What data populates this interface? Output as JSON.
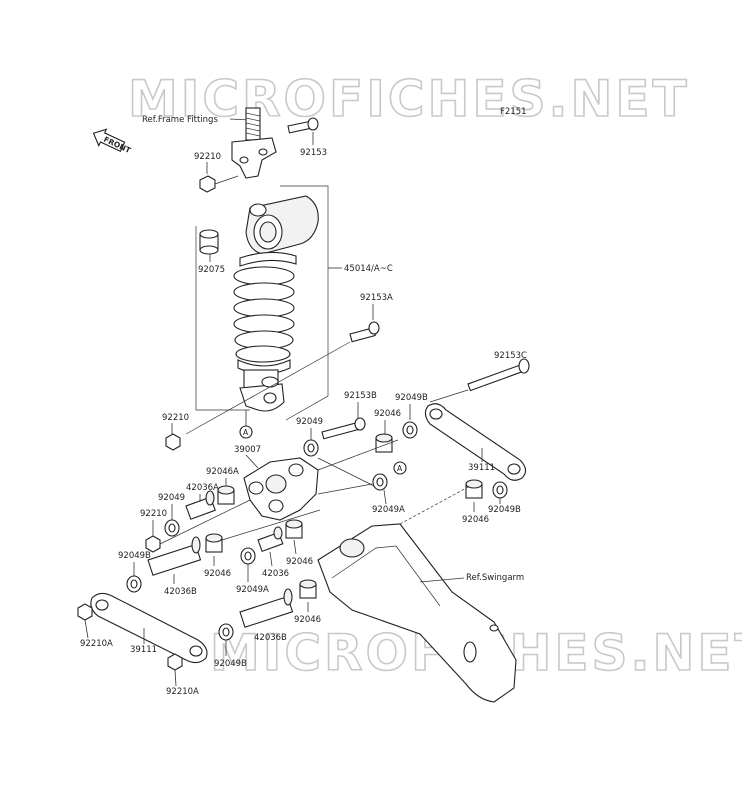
{
  "watermarks": [
    "MICROFICHES.NET",
    "MICROFICHES.NET"
  ],
  "figure_code": "F2151",
  "front_label": "FRONT",
  "reference_labels": {
    "frame_fittings": "Ref.Frame Fittings",
    "swingarm": "Ref.Swingarm"
  },
  "callout_marker": "A",
  "part_numbers": {
    "p92153": "92153",
    "p92210_top": "92210",
    "p92075": "92075",
    "p45014": "45014/A~C",
    "p92153A": "92153A",
    "p92153C": "92153C",
    "p92210_mid": "92210",
    "p39007": "39007",
    "p92153B": "92153B",
    "p92049_a": "92049",
    "p92046_a": "92046",
    "p92049B_a": "92049B",
    "p39111_right": "39111",
    "p92046A": "92046A",
    "p42036A": "42036A",
    "p92049_b": "92049",
    "p92210_low": "92210",
    "p92049A_a": "92049A",
    "p92046_b": "92046",
    "p92049B_b": "92049B",
    "p92049B_c": "92049B",
    "p42036B_a": "42036B",
    "p92046_c": "92046",
    "p42036": "42036",
    "p92046_d": "92046",
    "p92049A_b": "92049A",
    "p92210A_a": "92210A",
    "p39111_left": "39111",
    "p42036B_b": "42036B",
    "p92046_e": "92046",
    "p92049B_d": "92049B",
    "p92210A_b": "92210A"
  }
}
